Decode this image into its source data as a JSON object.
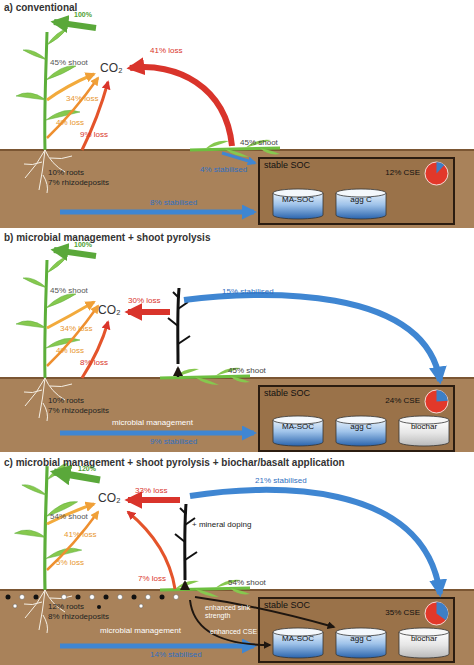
{
  "diagram": {
    "nodes": [
      {
        "text": [
          "stable SOC"
        ]
      },
      {
        "text": [
          "12% CSE"
        ],
        "in": 0
      },
      {
        "text": [
          "MA-SOC"
        ],
        "in": 0
      },
      {
        "text": [
          "agg C"
        ],
        "in": 0
      },
      {
        "text": [
          "stable SOC"
        ]
      },
      {
        "text": [
          "24% CSE"
        ],
        "in": 4
      },
      {
        "text": [
          "MA-SOC"
        ],
        "in": 4
      },
      {
        "text": [
          "agg C"
        ],
        "in": 4
      },
      {
        "text": [
          "biochar"
        ],
        "in": 4
      },
      {
        "text": [
          "stable SOC"
        ]
      },
      {
        "text": [
          "35% CSE"
        ],
        "in": 9
      },
      {
        "text": [
          "MA-SOC"
        ],
        "in": 9
      },
      {
        "text": [
          "agg C"
        ],
        "in": 9
      },
      {
        "text": [
          "biochar"
        ],
        "in": 9
      }
    ],
    "labels": [
      "a) conventional",
      "100%",
      "CO₂",
      "45% shoot",
      "34% loss",
      "4% loss",
      "9% loss",
      "41% loss",
      "45% shoot",
      "4% stabilised",
      "10% roots",
      "7% rhizodeposits",
      "8% stabilised",
      "b) microbial management + shoot pyrolysis",
      "100%",
      "CO₂",
      "45% shoot",
      "34% loss",
      "4% loss",
      "8% loss",
      "30% loss",
      "15% stabilised",
      "45% shoot",
      "10% roots",
      "7% rhizodeposits",
      "microbial management",
      "9% stabilised",
      "c) microbial management + shoot pyrolysis + biochar/basalt application",
      "120%",
      "CO₂",
      "54% shoot",
      "41% loss",
      "5% loss",
      "7% loss",
      "33% loss",
      "21% stabilised",
      "+ mineral doping",
      "54% shoot",
      "enhanced sink strength",
      "enhanced CSE",
      "12% roots",
      "8% rhizodeposits",
      "microbial management",
      "14% stabilised"
    ]
  }
}
